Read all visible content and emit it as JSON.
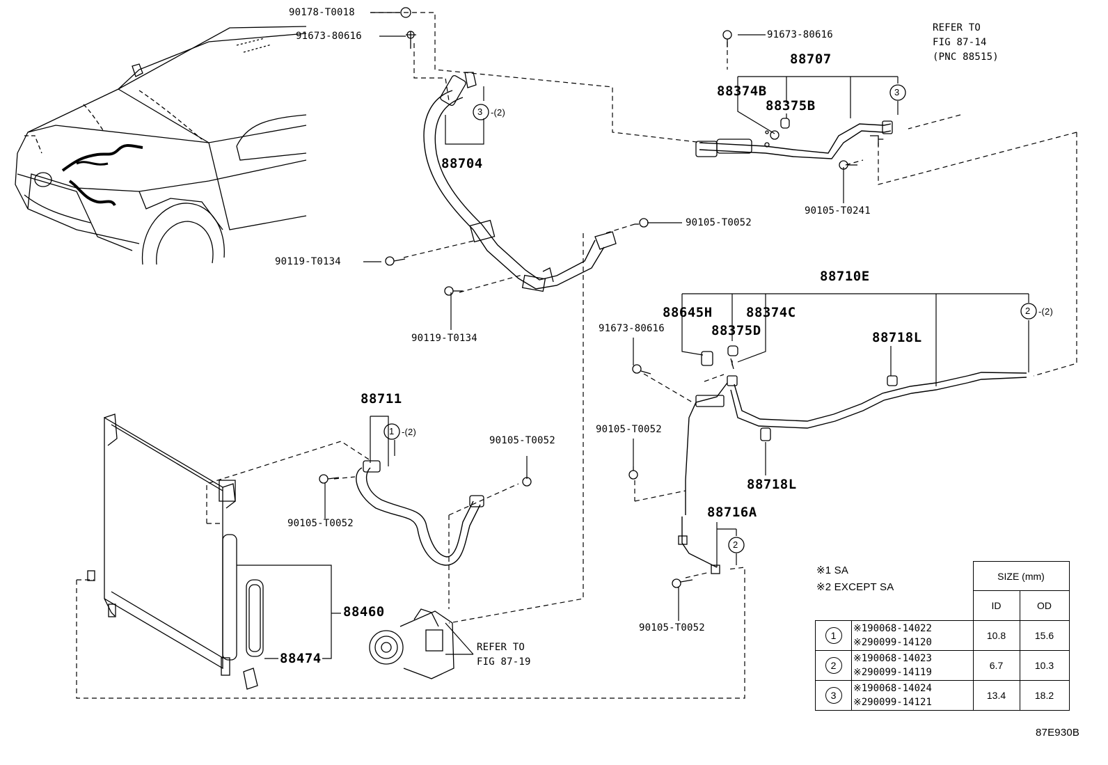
{
  "diagram": {
    "figure_code": "87E930B",
    "part_labels": {
      "p90178_T0018": "90178-T0018",
      "p91673_80616_a": "91673-80616",
      "p91673_80616_b": "91673-80616",
      "p91673_80616_c": "91673-80616",
      "p88704": "88704",
      "p88707": "88707",
      "p88374B": "88374B",
      "p88375B": "88375B",
      "p90105_T0241": "90105-T0241",
      "p90105_T0052_a": "90105-T0052",
      "p90105_T0052_b": "90105-T0052",
      "p90105_T0052_c": "90105-T0052",
      "p90105_T0052_d": "90105-T0052",
      "p90105_T0052_e": "90105-T0052",
      "p90119_T0134_a": "90119-T0134",
      "p90119_T0134_b": "90119-T0134",
      "p88710E": "88710E",
      "p88645H": "88645H",
      "p88374C": "88374C",
      "p88375D": "88375D",
      "p88718L_a": "88718L",
      "p88718L_b": "88718L",
      "p88711": "88711",
      "p88716A": "88716A",
      "p88460": "88460",
      "p88474": "88474"
    },
    "callouts": {
      "c3a": "3",
      "c3a_qty": "-(2)",
      "c3b": "3",
      "c2a": "2",
      "c2a_qty": "-(2)",
      "c2b": "2",
      "c1": "1",
      "c1_qty": "-(2)"
    },
    "refer_notes": {
      "fig_87_14": [
        "REFER TO",
        "FIG 87-14",
        "(PNC 88515)"
      ],
      "fig_87_19": [
        "REFER TO",
        "FIG 87-19"
      ]
    },
    "legend": {
      "note1": "※1 SA",
      "note2": "※2 EXCEPT SA",
      "size_header": "SIZE (mm)",
      "col_id": "ID",
      "col_od": "OD",
      "rows": [
        {
          "mark": "1",
          "code1": "※190068-14022",
          "code2": "※290099-14120",
          "id": "10.8",
          "od": "15.6"
        },
        {
          "mark": "2",
          "code1": "※190068-14023",
          "code2": "※290099-14119",
          "id": "6.7",
          "od": "10.3"
        },
        {
          "mark": "3",
          "code1": "※190068-14024",
          "code2": "※290099-14121",
          "id": "13.4",
          "od": "18.2"
        }
      ]
    }
  }
}
